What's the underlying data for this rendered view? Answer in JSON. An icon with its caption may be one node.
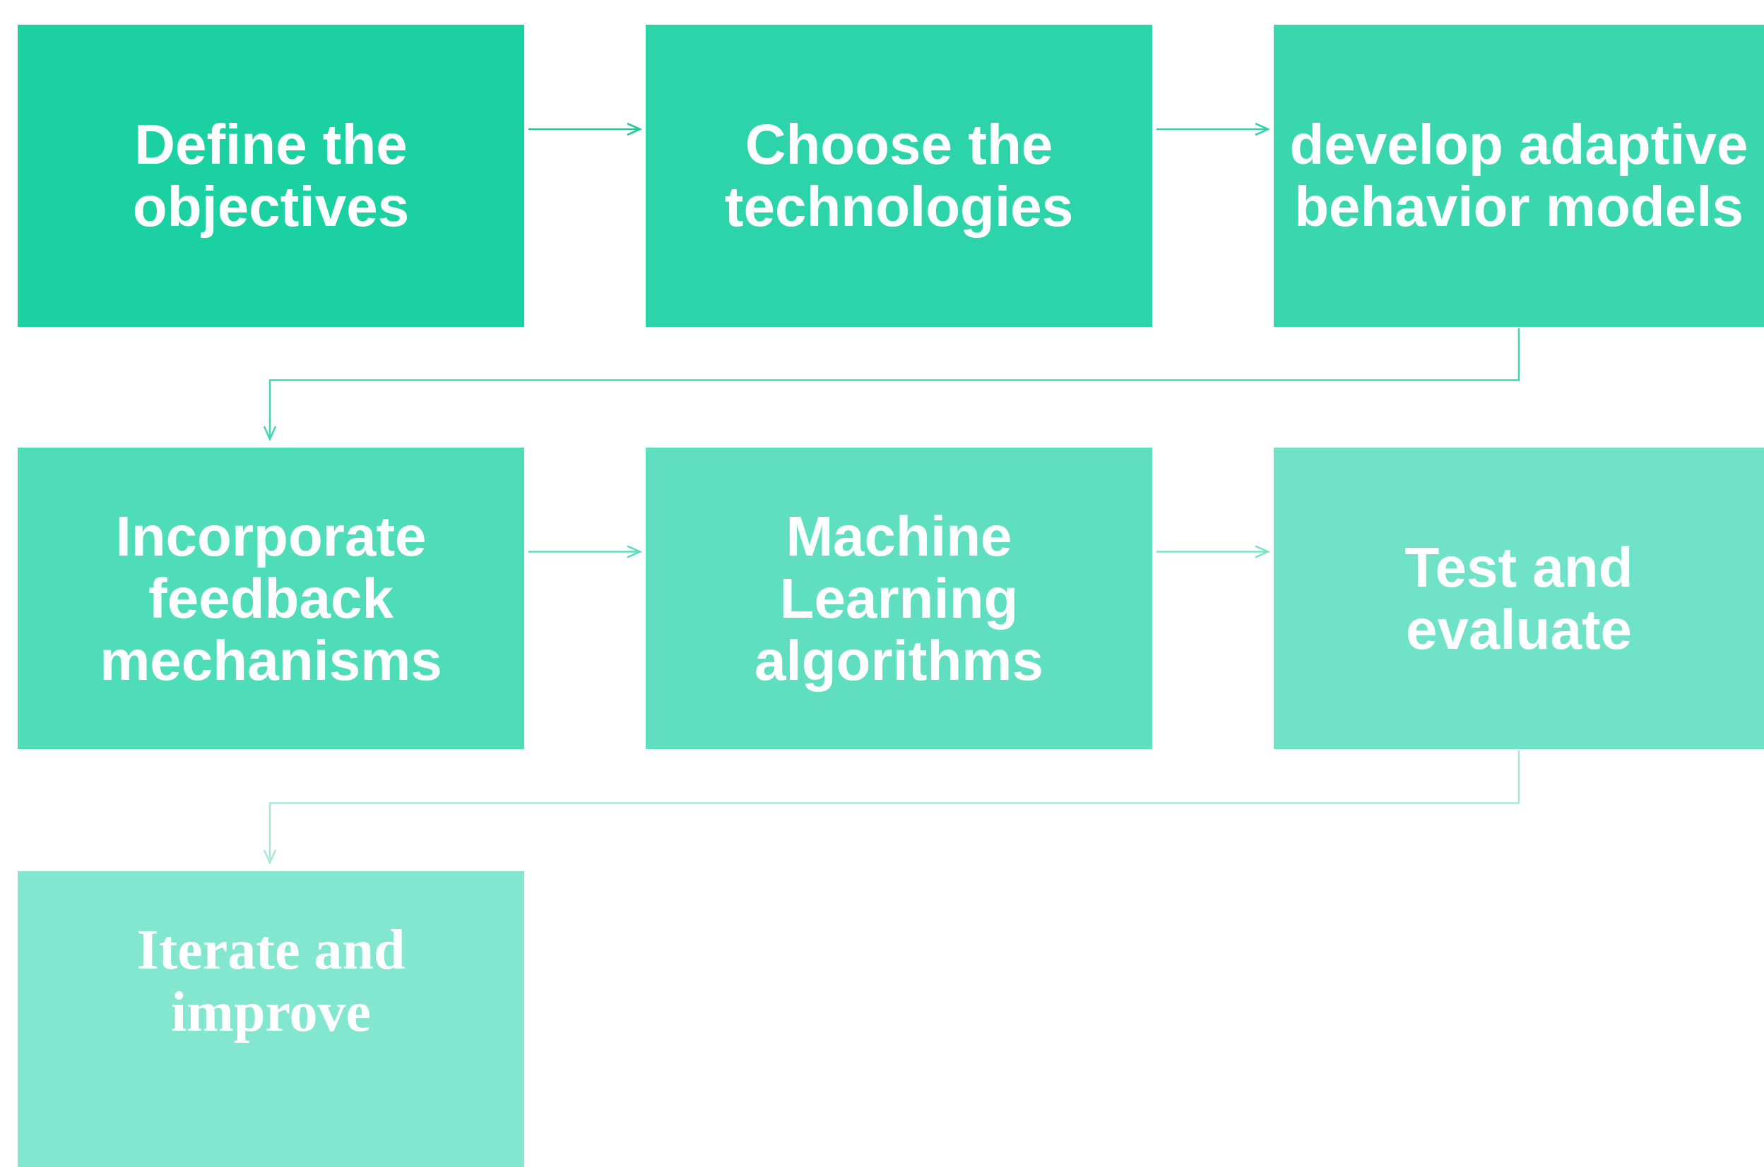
{
  "diagram": {
    "nodes": [
      {
        "text": [
          "Define the objectives"
        ]
      },
      {
        "text": [
          "Choose the technologies"
        ]
      },
      {
        "text": [
          "develop adaptive behavior models"
        ]
      },
      {
        "text": [
          "Incorporate feedback mechanisms"
        ]
      },
      {
        "text": [
          "Machine Learning algorithms"
        ]
      },
      {
        "text": [
          "Test and evaluate"
        ]
      },
      {
        "text": [
          "Iterate and improve"
        ]
      }
    ],
    "edges": [
      {
        "from": 0,
        "to": 1,
        "arrow": "to",
        "color": "#1fc99c"
      },
      {
        "from": 1,
        "to": 2,
        "arrow": "to",
        "color": "#2dd4aa"
      },
      {
        "from": 2,
        "to": 3,
        "arrow": "to",
        "color": "#3dd8b0"
      },
      {
        "from": 3,
        "to": 4,
        "arrow": "to",
        "color": "#5fdcbd"
      },
      {
        "from": 4,
        "to": 5,
        "arrow": "to",
        "color": "#7fe2ca"
      },
      {
        "from": 5,
        "to": 6,
        "arrow": "to",
        "color": "#a8e6d6"
      }
    ]
  }
}
